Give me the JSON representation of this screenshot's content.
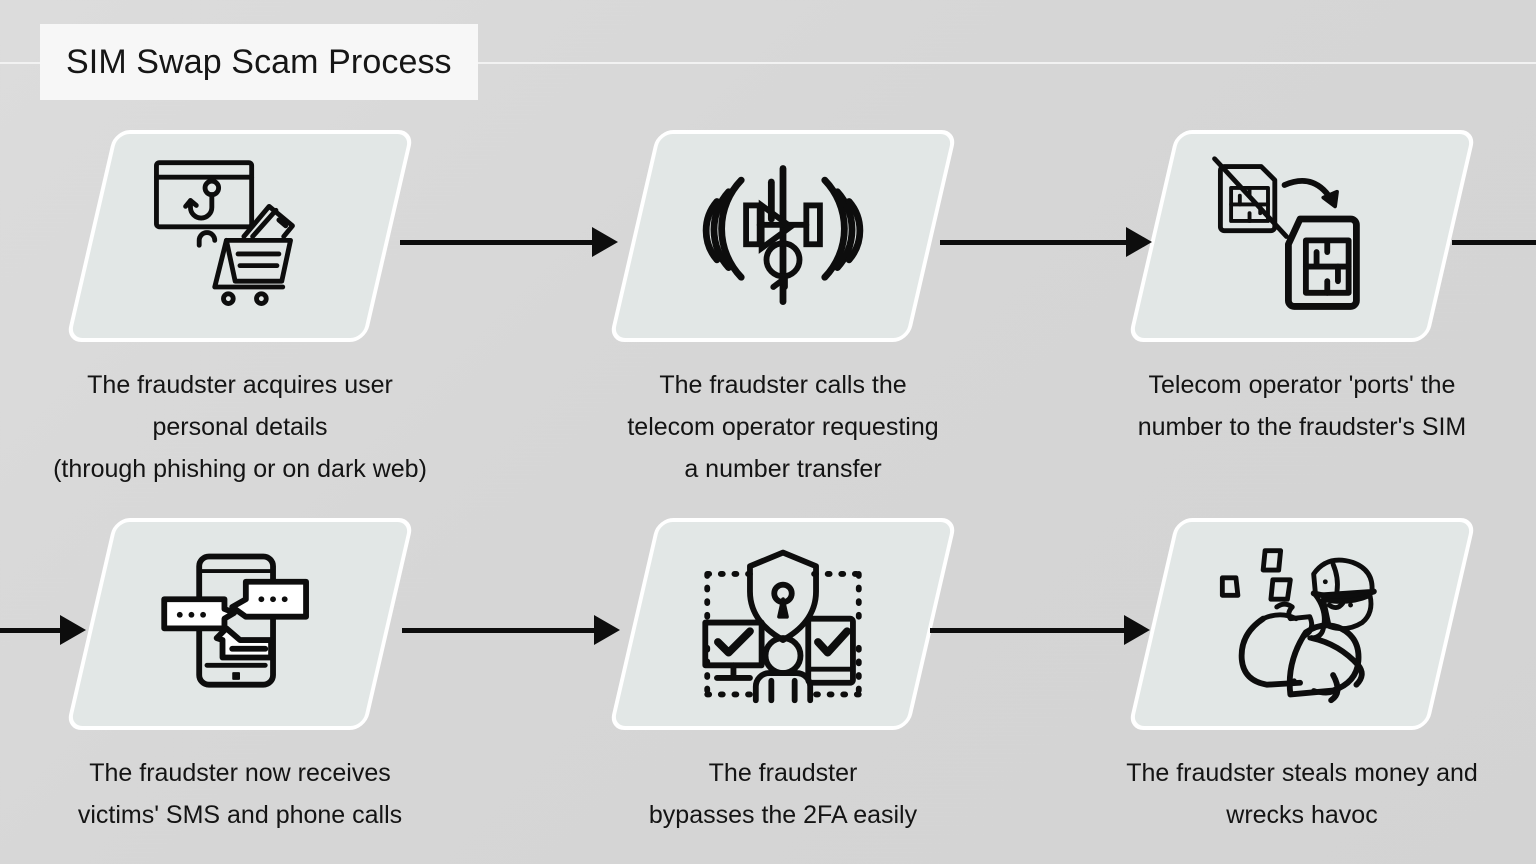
{
  "page": {
    "title": "SIM Swap Scam Process",
    "background_color": "#d9d9d9",
    "tile_fill_color": "#e2e7e6",
    "tile_border_color": "#ffffff",
    "ink_color": "#0d0d0d",
    "banner_color": "#f7f7f7"
  },
  "steps": [
    {
      "index": "1",
      "icon": "phishing-browser-cart-icon",
      "caption": "The fraudster acquires user\npersonal details\n(through phishing or on dark web)"
    },
    {
      "index": "2",
      "icon": "cell-tower-signal-icon",
      "caption": "The fraudster calls the\ntelecom operator requesting\na number transfer"
    },
    {
      "index": "3",
      "icon": "sim-swap-icon",
      "caption": "Telecom operator 'ports' the\nnumber to the fraudster's SIM"
    },
    {
      "index": "4",
      "icon": "phone-messages-icon",
      "caption": "The fraudster now receives\nvictims' SMS and phone calls"
    },
    {
      "index": "5",
      "icon": "two-factor-auth-icon",
      "caption": "The fraudster\nbypasses the 2FA easily"
    },
    {
      "index": "6",
      "icon": "thief-money-bag-icon",
      "caption": "The fraudster steals money and\nwrecks havoc"
    }
  ],
  "arrows": [
    {
      "id": "1",
      "from": "1",
      "to": "2",
      "has_head": "true"
    },
    {
      "id": "2",
      "from": "2",
      "to": "3",
      "has_head": "true"
    },
    {
      "id": "3",
      "from": "3",
      "to": "4",
      "has_head": "false"
    },
    {
      "id": "4",
      "from": "3",
      "to": "4",
      "has_head": "true"
    },
    {
      "id": "5",
      "from": "4",
      "to": "5",
      "has_head": "true"
    },
    {
      "id": "6",
      "from": "5",
      "to": "6",
      "has_head": "true"
    }
  ]
}
